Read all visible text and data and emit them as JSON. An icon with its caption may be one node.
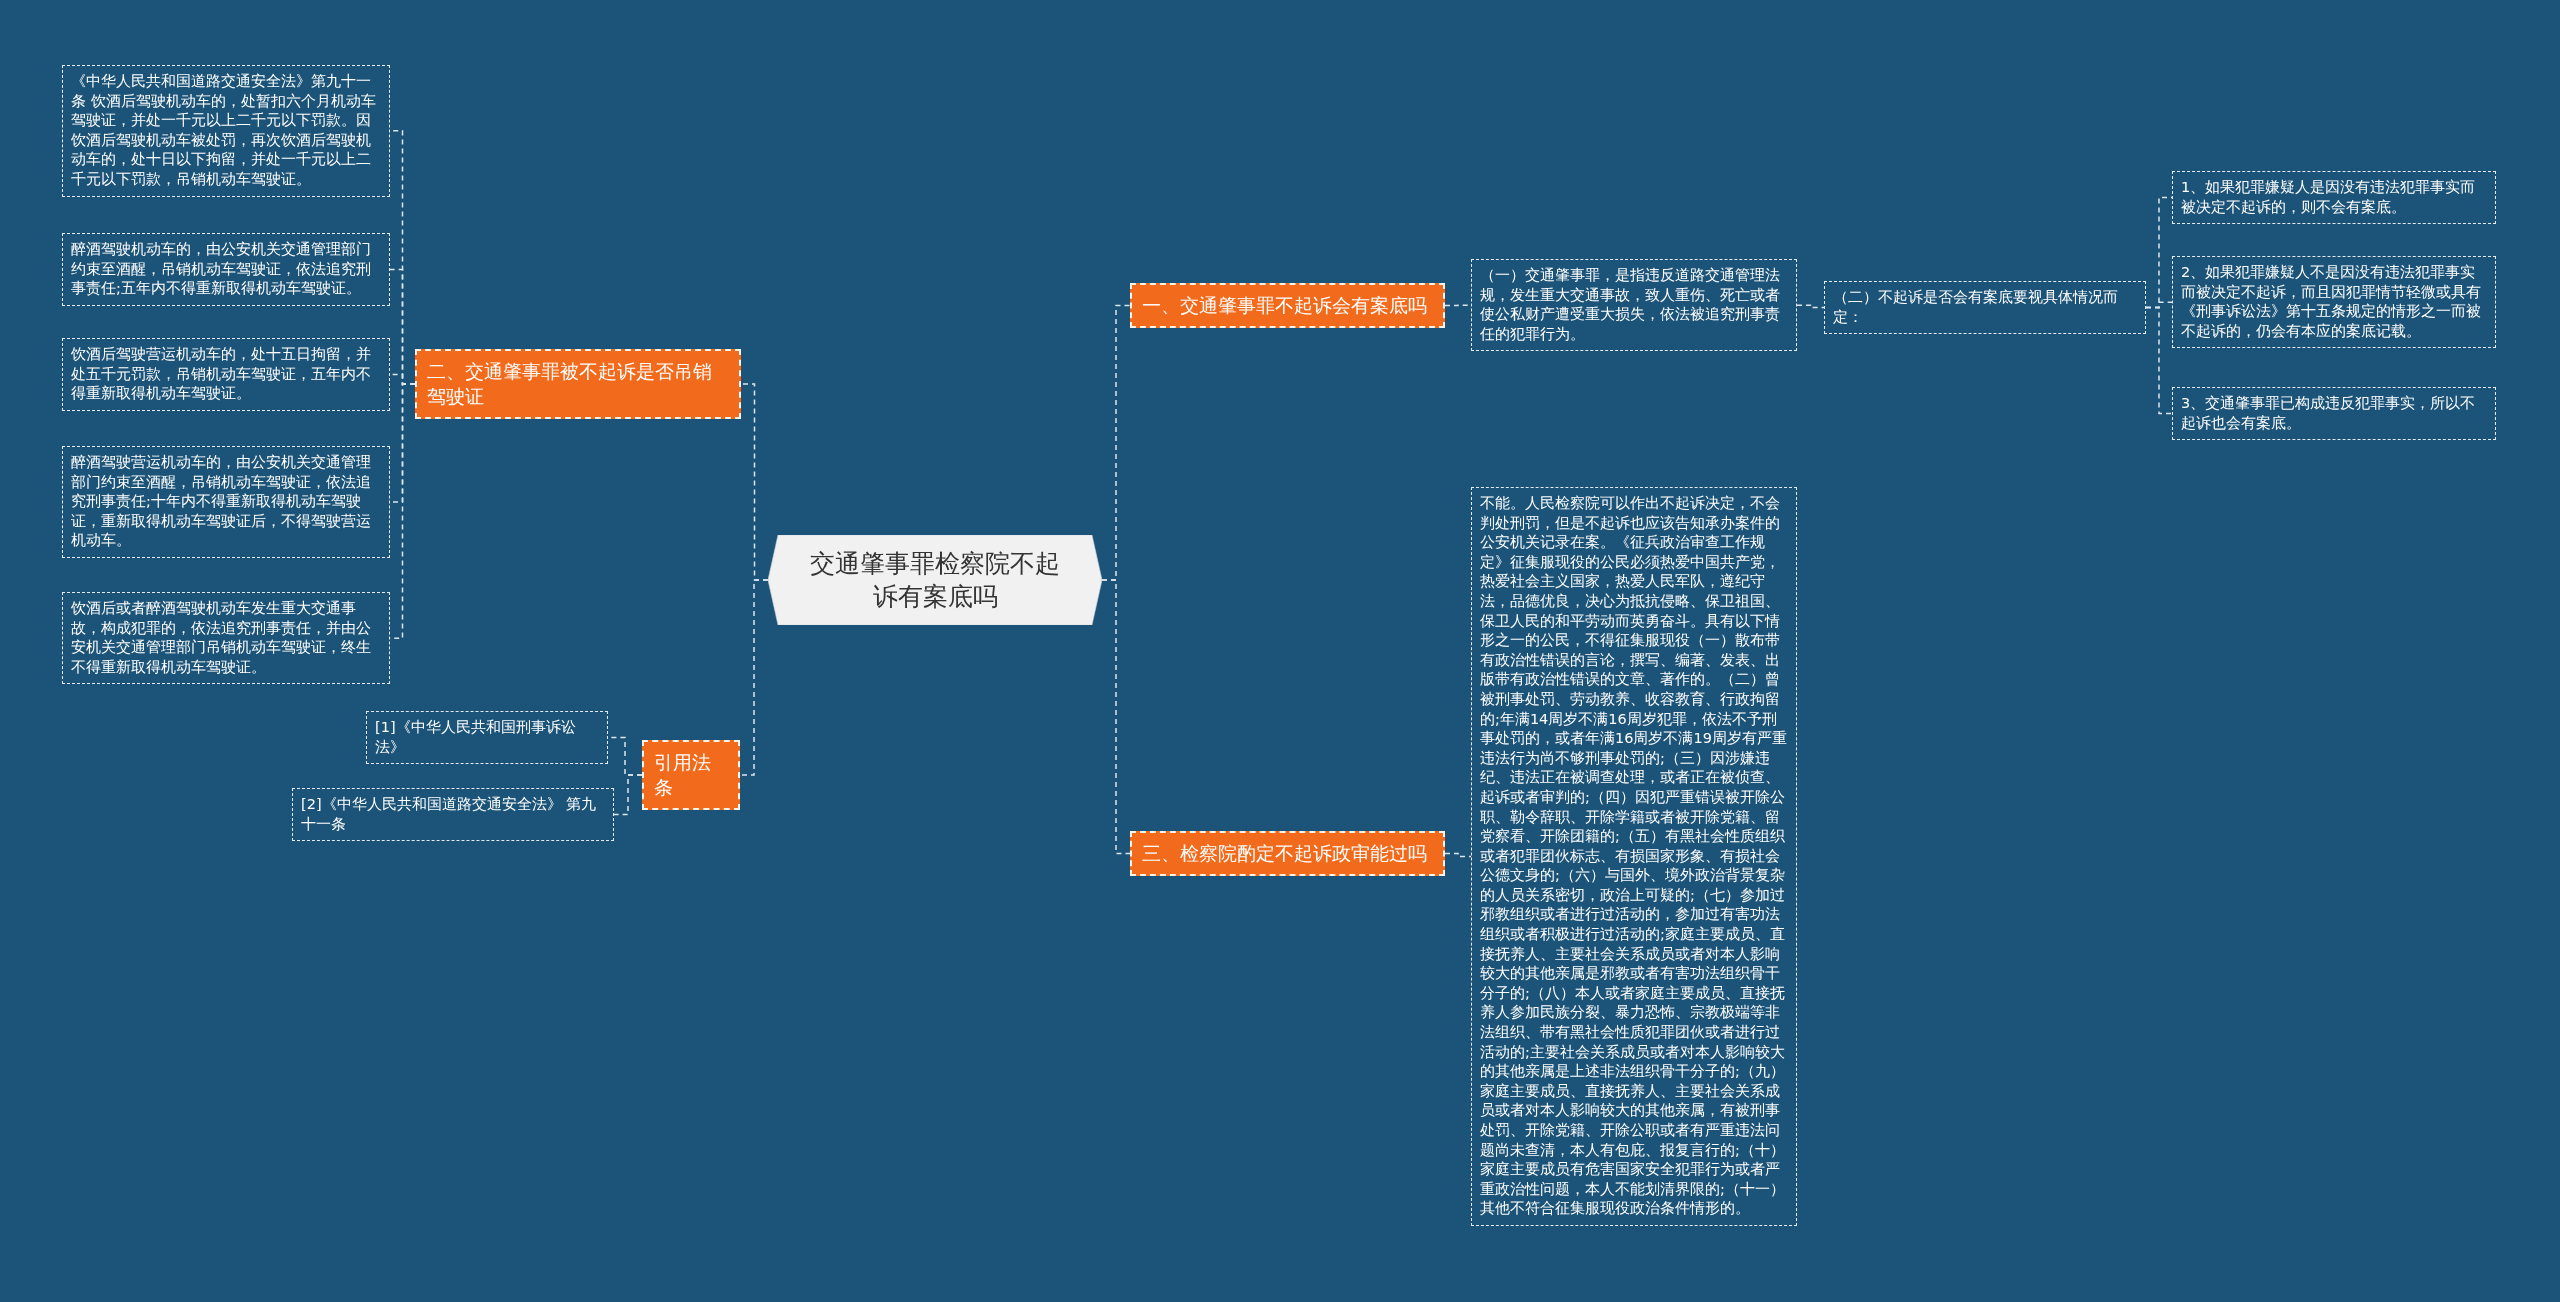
{
  "diagram": {
    "nodes": [
      {
        "text": [
          "交通肇事罪检察院不起诉有案底吗"
        ]
      },
      {
        "text": [
          "一、交通肇事罪不起诉会有案底吗"
        ]
      },
      {
        "text": [
          "（一）交通肇事罪，是指违反道路交通管理法规，发生重大交通事故，致人重伤、死亡或者使公私财产遭受重大损失，依法被追究刑事责任的犯罪行为。"
        ]
      },
      {
        "text": [
          "（二）不起诉是否会有案底要视具体情况而定："
        ]
      },
      {
        "text": [
          "1、如果犯罪嫌疑人是因没有违法犯罪事实而被决定不起诉的，则不会有案底。"
        ]
      },
      {
        "text": [
          "2、如果犯罪嫌疑人不是因没有违法犯罪事实而被决定不起诉，而且因犯罪情节轻微或具有《刑事诉讼法》第十五条规定的情形之一而被不起诉的，仍会有本应的案底记载。"
        ]
      },
      {
        "text": [
          "3、交通肇事罪已构成违反犯罪事实，所以不起诉也会有案底。"
        ]
      },
      {
        "text": [
          "三、检察院酌定不起诉政审能过吗"
        ]
      },
      {
        "text": [
          "不能。人民检察院可以作出不起诉决定，不会判处刑罚，但是不起诉也应该告知承办案件的公安机关记录在案。《征兵政治审查工作规定》征集服现役的公民必须热爱中国共产党，热爱社会主义国家，热爱人民军队，遵纪守法，品德优良，决心为抵抗侵略、保卫祖国、保卫人民的和平劳动而英勇奋斗。具有以下情形之一的公民，不得征集服现役（一）散布带有政治性错误的言论，撰写、编著、发表、出版带有政治性错误的文章、著作的。（二）曾被刑事处罚、劳动教养、收容教育、行政拘留的;年满14周岁不满16周岁犯罪，依法不予刑事处罚的，或者年满16周岁不满19周岁有严重违法行为尚不够刑事处罚的;（三）因涉嫌违纪、违法正在被调查处理，或者正在被侦查、起诉或者审判的;（四）因犯严重错误被开除公职、勒令辞职、开除学籍或者被开除党籍、留党察看、开除团籍的;（五）有黑社会性质组织或者犯罪团伙标志、有损国家形象、有损社会公德文身的;（六）与国外、境外政治背景复杂的人员关系密切，政治上可疑的;（七）参加过邪教组织或者进行过活动的，参加过有害功法组织或者积极进行过活动的;家庭主要成员、直接抚养人、主要社会关系成员或者对本人影响较大的其他亲属是邪教或者有害功法组织骨干分子的;（八）本人或者家庭主要成员、直接抚养人参加民族分裂、暴力恐怖、宗教极端等非法组织、带有黑社会性质犯罪团伙或者进行过活动的;主要社会关系成员或者对本人影响较大的其他亲属是上述非法组织骨干分子的;（九）家庭主要成员、直接抚养人、主要社会关系成员或者对本人影响较大的其他亲属，有被刑事处罚、开除党籍、开除公职或者有严重违法问题尚未查清，本人有包庇、报复言行的;（十）家庭主要成员有危害国家安全犯罪行为或者严重政治性问题，本人不能划清界限的;（十一）其他不符合征集服现役政治条件情形的。"
        ]
      },
      {
        "text": [
          "二、交通肇事罪被不起诉是否吊销驾驶证"
        ]
      },
      {
        "text": [
          "《中华人民共和国道路交通安全法》第九十一条 饮酒后驾驶机动车的，处暂扣六个月机动车驾驶证，并处一千元以上二千元以下罚款。因饮酒后驾驶机动车被处罚，再次饮酒后驾驶机动车的，处十日以下拘留，并处一千元以上二千元以下罚款，吊销机动车驾驶证。"
        ]
      },
      {
        "text": [
          "醉酒驾驶机动车的，由公安机关交通管理部门约束至酒醒，吊销机动车驾驶证，依法追究刑事责任;五年内不得重新取得机动车驾驶证。"
        ]
      },
      {
        "text": [
          "饮酒后驾驶营运机动车的，处十五日拘留，并处五千元罚款，吊销机动车驾驶证，五年内不得重新取得机动车驾驶证。"
        ]
      },
      {
        "text": [
          "醉酒驾驶营运机动车的，由公安机关交通管理部门约束至酒醒，吊销机动车驾驶证，依法追究刑事责任;十年内不得重新取得机动车驾驶证，重新取得机动车驾驶证后，不得驾驶营运机动车。"
        ]
      },
      {
        "text": [
          "饮酒后或者醉酒驾驶机动车发生重大交通事故，构成犯罪的，依法追究刑事责任，并由公安机关交通管理部门吊销机动车驾驶证，终生不得重新取得机动车驾驶证。"
        ]
      },
      {
        "text": [
          "引用法条"
        ]
      },
      {
        "text": [
          "[1]《中华人民共和国刑事诉讼法》"
        ]
      },
      {
        "text": [
          "[2]《中华人民共和国道路交通安全法》 第九十一条"
        ]
      }
    ],
    "edges": [
      {
        "from": 0,
        "to": 1,
        "arrow": "none"
      },
      {
        "from": 1,
        "to": 2,
        "arrow": "none"
      },
      {
        "from": 2,
        "to": 3,
        "arrow": "none"
      },
      {
        "from": 3,
        "to": 4,
        "arrow": "none"
      },
      {
        "from": 3,
        "to": 5,
        "arrow": "none"
      },
      {
        "from": 3,
        "to": 6,
        "arrow": "none"
      },
      {
        "from": 0,
        "to": 7,
        "arrow": "none"
      },
      {
        "from": 7,
        "to": 8,
        "arrow": "none"
      },
      {
        "from": 0,
        "to": 9,
        "arrow": "none"
      },
      {
        "from": 9,
        "to": 10,
        "arrow": "none"
      },
      {
        "from": 9,
        "to": 11,
        "arrow": "none"
      },
      {
        "from": 9,
        "to": 12,
        "arrow": "none"
      },
      {
        "from": 9,
        "to": 13,
        "arrow": "none"
      },
      {
        "from": 9,
        "to": 14,
        "arrow": "none"
      },
      {
        "from": 0,
        "to": 15,
        "arrow": "none"
      },
      {
        "from": 15,
        "to": 16,
        "arrow": "none"
      },
      {
        "from": 15,
        "to": 17,
        "arrow": "none"
      }
    ]
  }
}
